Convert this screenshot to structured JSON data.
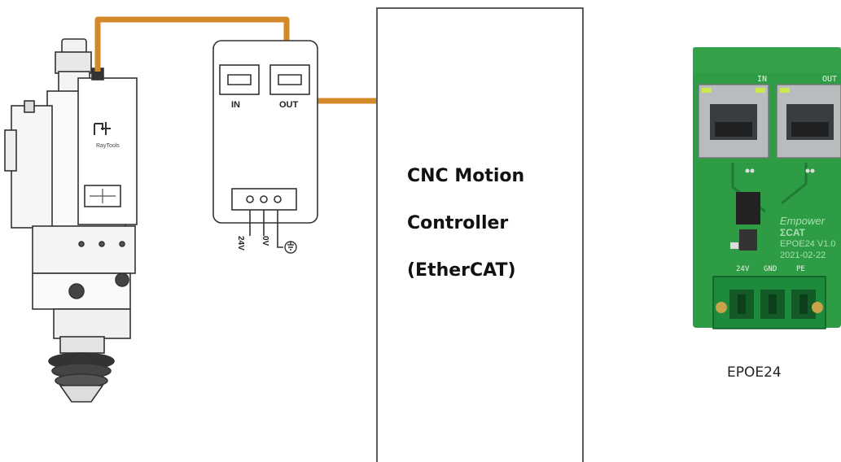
{
  "laser_head": {
    "logo_text": "RayTools"
  },
  "module": {
    "in_label": "IN",
    "out_label": "OUT",
    "pin_24v": "24V",
    "pin_0v": "0V",
    "ground_icon": "ground-icon"
  },
  "controller": {
    "line1": "CNC Motion",
    "line2": "Controller",
    "line3": "(EtherCAT)"
  },
  "board": {
    "in_label": "IN",
    "out_label": "OUT",
    "brand_line1": "Empower",
    "brand_line2": "ΣCAT",
    "model_line": "EPOE24 V1.0",
    "date_line": "2021-02-22",
    "terminal_24v": "24V",
    "terminal_gnd": "GND",
    "terminal_pe": "PE",
    "caption": "EPOE24"
  },
  "colors": {
    "cable": "#D4892A",
    "pcb_green": "#2E9B45",
    "outline": "#333333"
  }
}
